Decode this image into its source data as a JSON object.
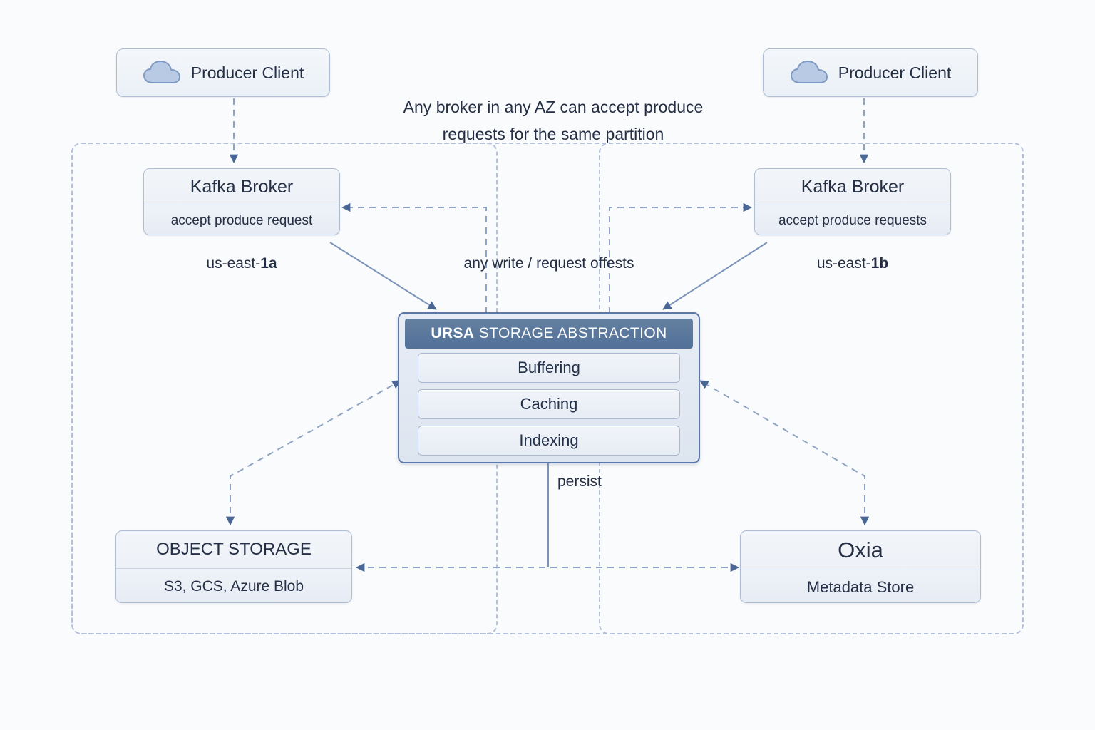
{
  "diagram": {
    "title": "URSA storage abstraction architecture",
    "colors": {
      "accent": "#52719a",
      "node_border": "#aebdd4",
      "zone_border": "#b3c1da",
      "text": "#242e44",
      "canvas": "#fafbfc"
    }
  },
  "producers": [
    {
      "label": "Producer Client",
      "icon": "cloud-icon"
    },
    {
      "label": "Producer Client",
      "icon": "cloud-icon"
    }
  ],
  "brokers": [
    {
      "title": "Kafka Broker",
      "sub": "accept produce request",
      "zone": "us-east-1a"
    },
    {
      "title": "Kafka Broker",
      "sub": "accept produce requests",
      "zone": "us-east-1b"
    }
  ],
  "zones": [
    {
      "label_prefix": "us-east-",
      "label_bold": "1a"
    },
    {
      "label_prefix": "us-east-",
      "label_bold": "1b"
    }
  ],
  "ursa": {
    "header_strong": "URSA",
    "header_rest": " STORAGE ABSTRACTION",
    "rows": [
      "Buffering",
      "Caching",
      "Indexing"
    ]
  },
  "stores": [
    {
      "title": "OBJECT STORAGE",
      "sub": "S3, GCS, Azure Blob"
    },
    {
      "title": "Oxia",
      "sub": "Metadata Store"
    }
  ],
  "annotations": {
    "top_note_line1": "Any broker in any AZ can accept produce",
    "top_note_line2": "requests for the same partition",
    "mid_edge": "any write / request offests",
    "persist_edge": "persist"
  }
}
